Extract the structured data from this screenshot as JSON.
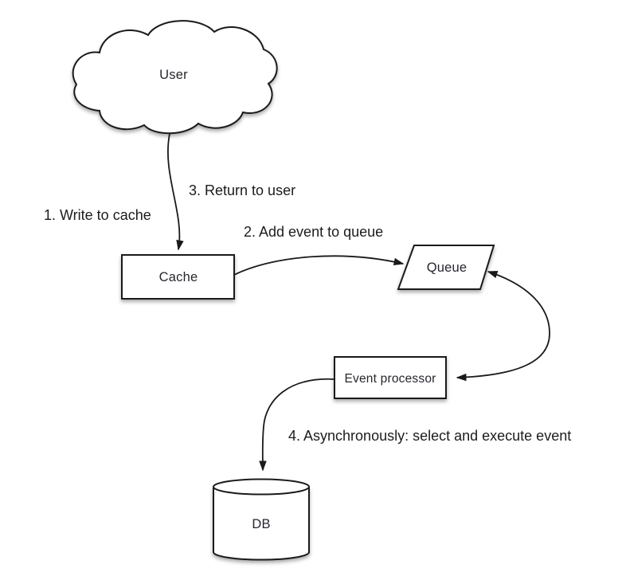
{
  "nodes": {
    "user": {
      "label": "User",
      "shape": "cloud"
    },
    "cache": {
      "label": "Cache",
      "shape": "rectangle"
    },
    "queue": {
      "label": "Queue",
      "shape": "parallelogram"
    },
    "event_processor": {
      "label": "Event processor",
      "shape": "rectangle"
    },
    "db": {
      "label": "DB",
      "shape": "cylinder"
    }
  },
  "edges": {
    "write_to_cache": {
      "label": "1. Write to cache",
      "from": "user",
      "to": "cache"
    },
    "add_event_to_queue": {
      "label": "2. Add event to queue",
      "from": "cache",
      "to": "queue"
    },
    "return_to_user": {
      "label": "3. Return to user",
      "from": "cache",
      "to": "user"
    },
    "queue_event_processor_link": {
      "label": "",
      "from": "queue",
      "to": "event_processor",
      "bidirectional": true
    },
    "async_execute": {
      "label": "4. Asynchronously: select and execute event",
      "from": "event_processor",
      "to": "db"
    }
  },
  "colors": {
    "background": "#ffffff",
    "shape_fill": "#ffffff",
    "stroke": "#1a1a1a",
    "node_text": "#26262f",
    "edge_text": "#1c1c1c"
  }
}
